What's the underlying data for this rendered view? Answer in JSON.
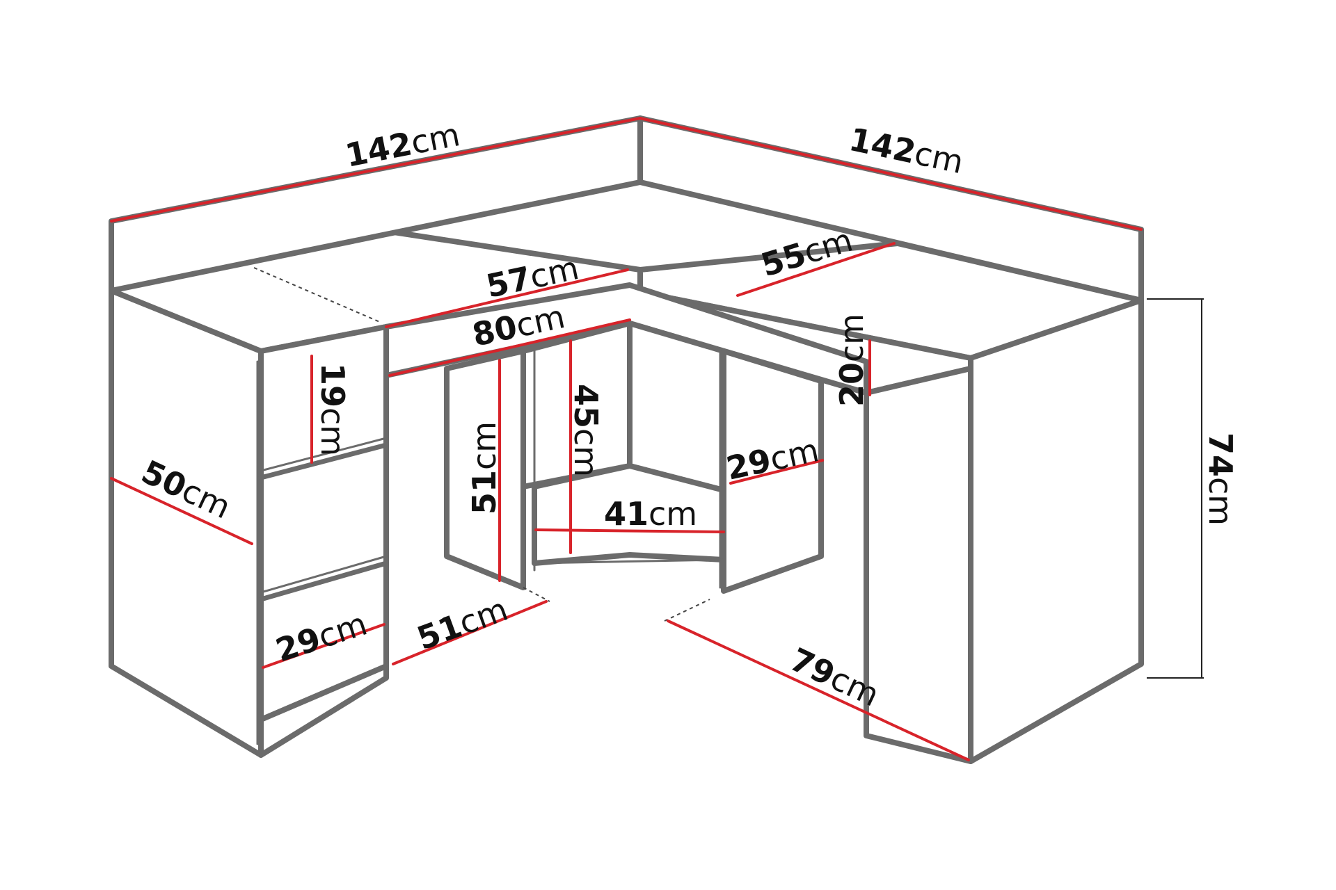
{
  "colors": {
    "dimension_line": "#d8232a",
    "outline": "#6b6b6b",
    "text": "#111111"
  },
  "dimensions": {
    "top_left_width": {
      "num": "142",
      "unit": "cm"
    },
    "top_right_width": {
      "num": "142",
      "unit": "cm"
    },
    "inner_top_depth": {
      "num": "57",
      "unit": "cm"
    },
    "right_top_depth": {
      "num": "55",
      "unit": "cm"
    },
    "inner_opening_width": {
      "num": "80",
      "unit": "cm"
    },
    "drawer_height": {
      "num": "19",
      "unit": "cm"
    },
    "left_depth": {
      "num": "50",
      "unit": "cm"
    },
    "cabinet_height": {
      "num": "51",
      "unit": "cm"
    },
    "shelf_height": {
      "num": "45",
      "unit": "cm"
    },
    "right_apron_height": {
      "num": "20",
      "unit": "cm"
    },
    "right_cabinet_width": {
      "num": "29",
      "unit": "cm"
    },
    "shelf_width": {
      "num": "41",
      "unit": "cm"
    },
    "total_height": {
      "num": "74",
      "unit": "cm"
    },
    "drawer_width": {
      "num": "29",
      "unit": "cm"
    },
    "left_cabinet_depth": {
      "num": "51",
      "unit": "cm"
    },
    "right_leg_depth": {
      "num": "79",
      "unit": "cm"
    }
  }
}
